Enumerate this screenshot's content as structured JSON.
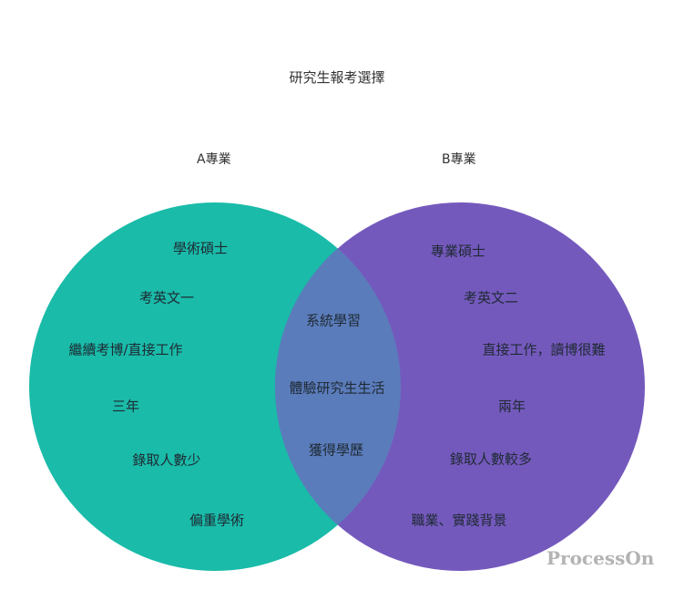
{
  "title": "研究生報考選擇",
  "colors": {
    "set_a": "#1ABBA9",
    "set_b": "#7459BD",
    "overlap": "#5B7CBB",
    "text": "#1e2a33"
  },
  "set_a": {
    "label": "A專業",
    "items": [
      "學術碩士",
      "考英文一",
      "繼續考博/直接工作",
      "三年",
      "錄取人數少",
      "偏重學術"
    ]
  },
  "set_b": {
    "label": "B專業",
    "items": [
      "專業碩士",
      "考英文二",
      "直接工作，讀博很難",
      "兩年",
      "錄取人數較多",
      "職業、實踐背景"
    ]
  },
  "overlap": {
    "items": [
      "系統學習",
      "體驗研究生生活",
      "獲得學歷"
    ]
  },
  "watermark": "ProcessOn"
}
